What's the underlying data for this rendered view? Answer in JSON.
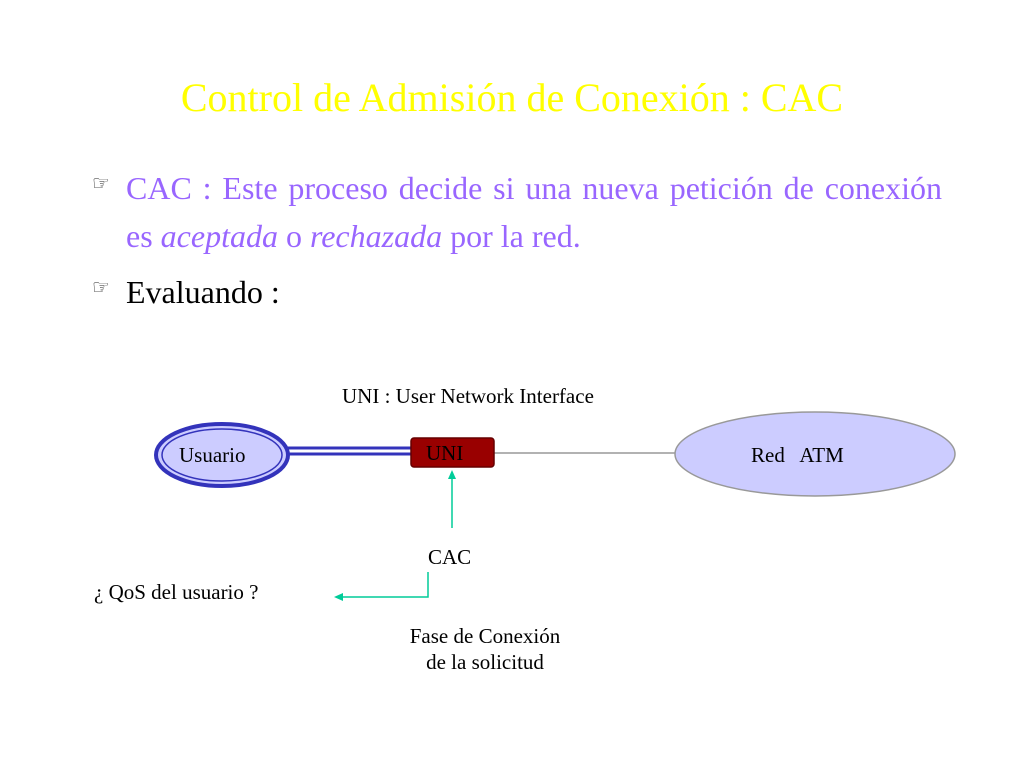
{
  "title": "Control de Admisión de Conexión : CAC",
  "bullets": [
    {
      "icon": "pointing-hand-icon",
      "part1": "CAC : Este proceso decide si una nueva petición de conexión es ",
      "italic1": "aceptada",
      "part2": " o ",
      "italic2": "rechazada",
      "part3": " por la red."
    },
    {
      "icon": "pointing-hand-icon",
      "text": "Evaluando :"
    }
  ],
  "diagram": {
    "uni_caption": "UNI : User Network Interface",
    "usuario": "Usuario",
    "uni": "UNI",
    "red_atm": "Red   ATM",
    "cac": "CAC",
    "qos": "¿ QoS del usuario ?",
    "fase_line1": "Fase de Conexión",
    "fase_line2": "de la solicitud"
  },
  "colors": {
    "title": "#ffff00",
    "bullet1_text": "#9966ff",
    "usuario_fill": "#ccccff",
    "usuario_border": "#3333bb",
    "uni_fill": "#990000",
    "red_fill": "#ccccff",
    "arrow": "#00cc99"
  }
}
